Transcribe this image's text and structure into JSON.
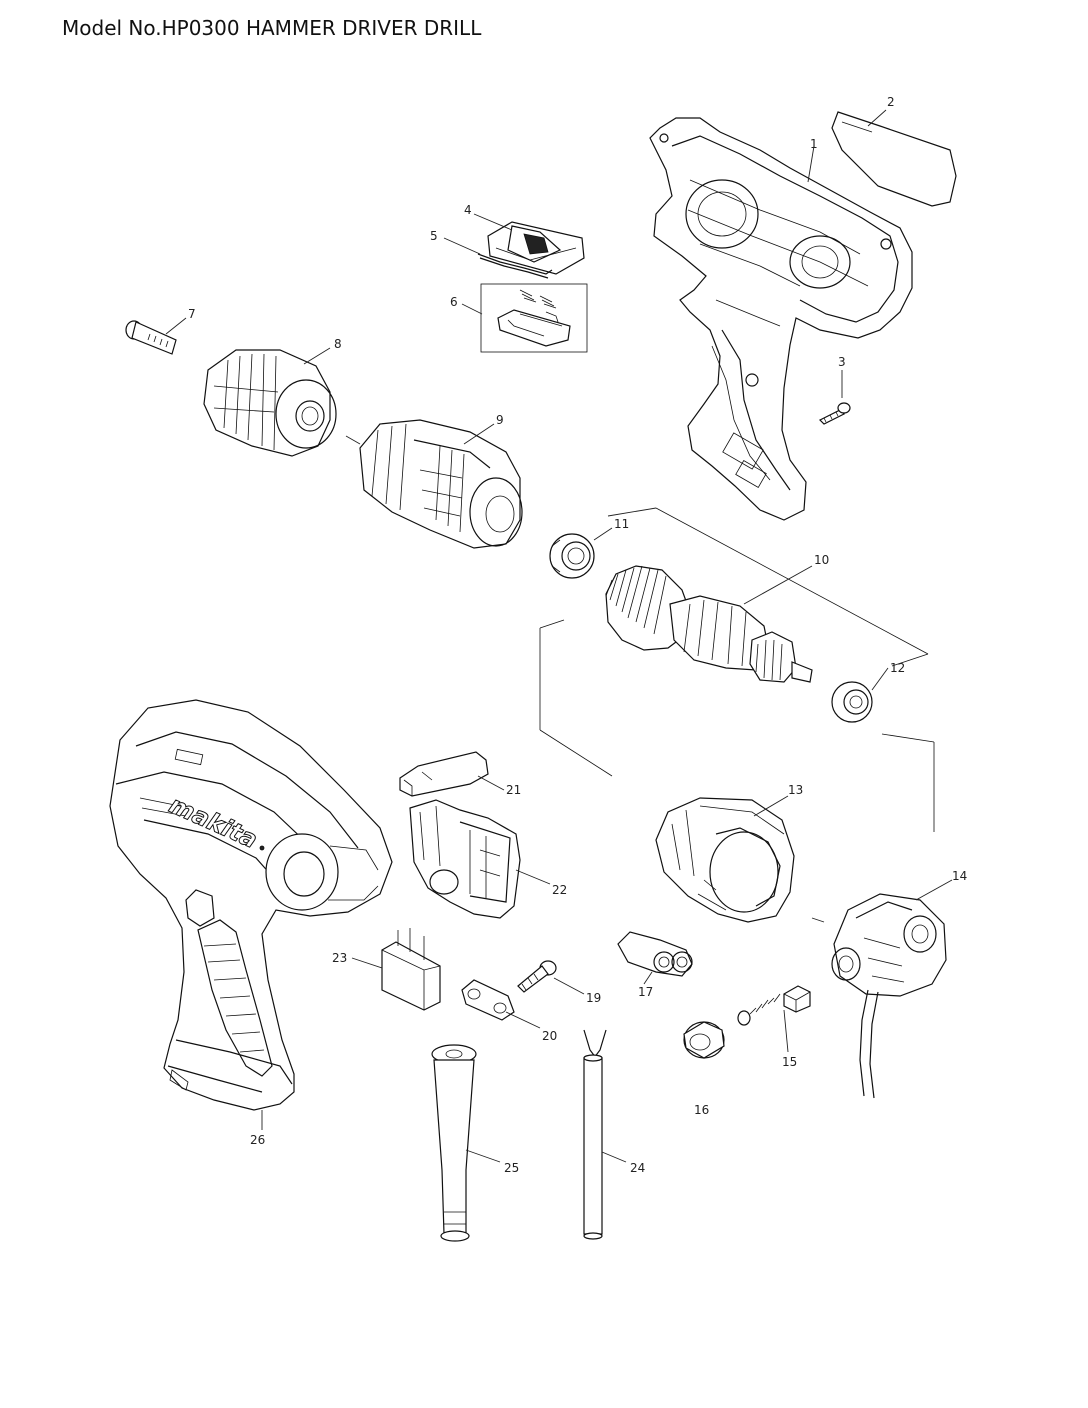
{
  "title": "Model No.HP0300 HAMMER DRIVER DRILL",
  "labels": {
    "p1": "1",
    "p2": "2",
    "p3": "3",
    "p4": "4",
    "p5": "5",
    "p6": "6",
    "p7": "7",
    "p8": "8",
    "p9": "9",
    "p10": "10",
    "p11": "11",
    "p12": "12",
    "p13": "13",
    "p14": "14",
    "p15": "15",
    "p16": "16",
    "p17": "17",
    "p19": "19",
    "p20": "20",
    "p21": "21",
    "p22": "22",
    "p23": "23",
    "p24": "24",
    "p25": "25",
    "p26": "26"
  },
  "housing_logo": "makita"
}
